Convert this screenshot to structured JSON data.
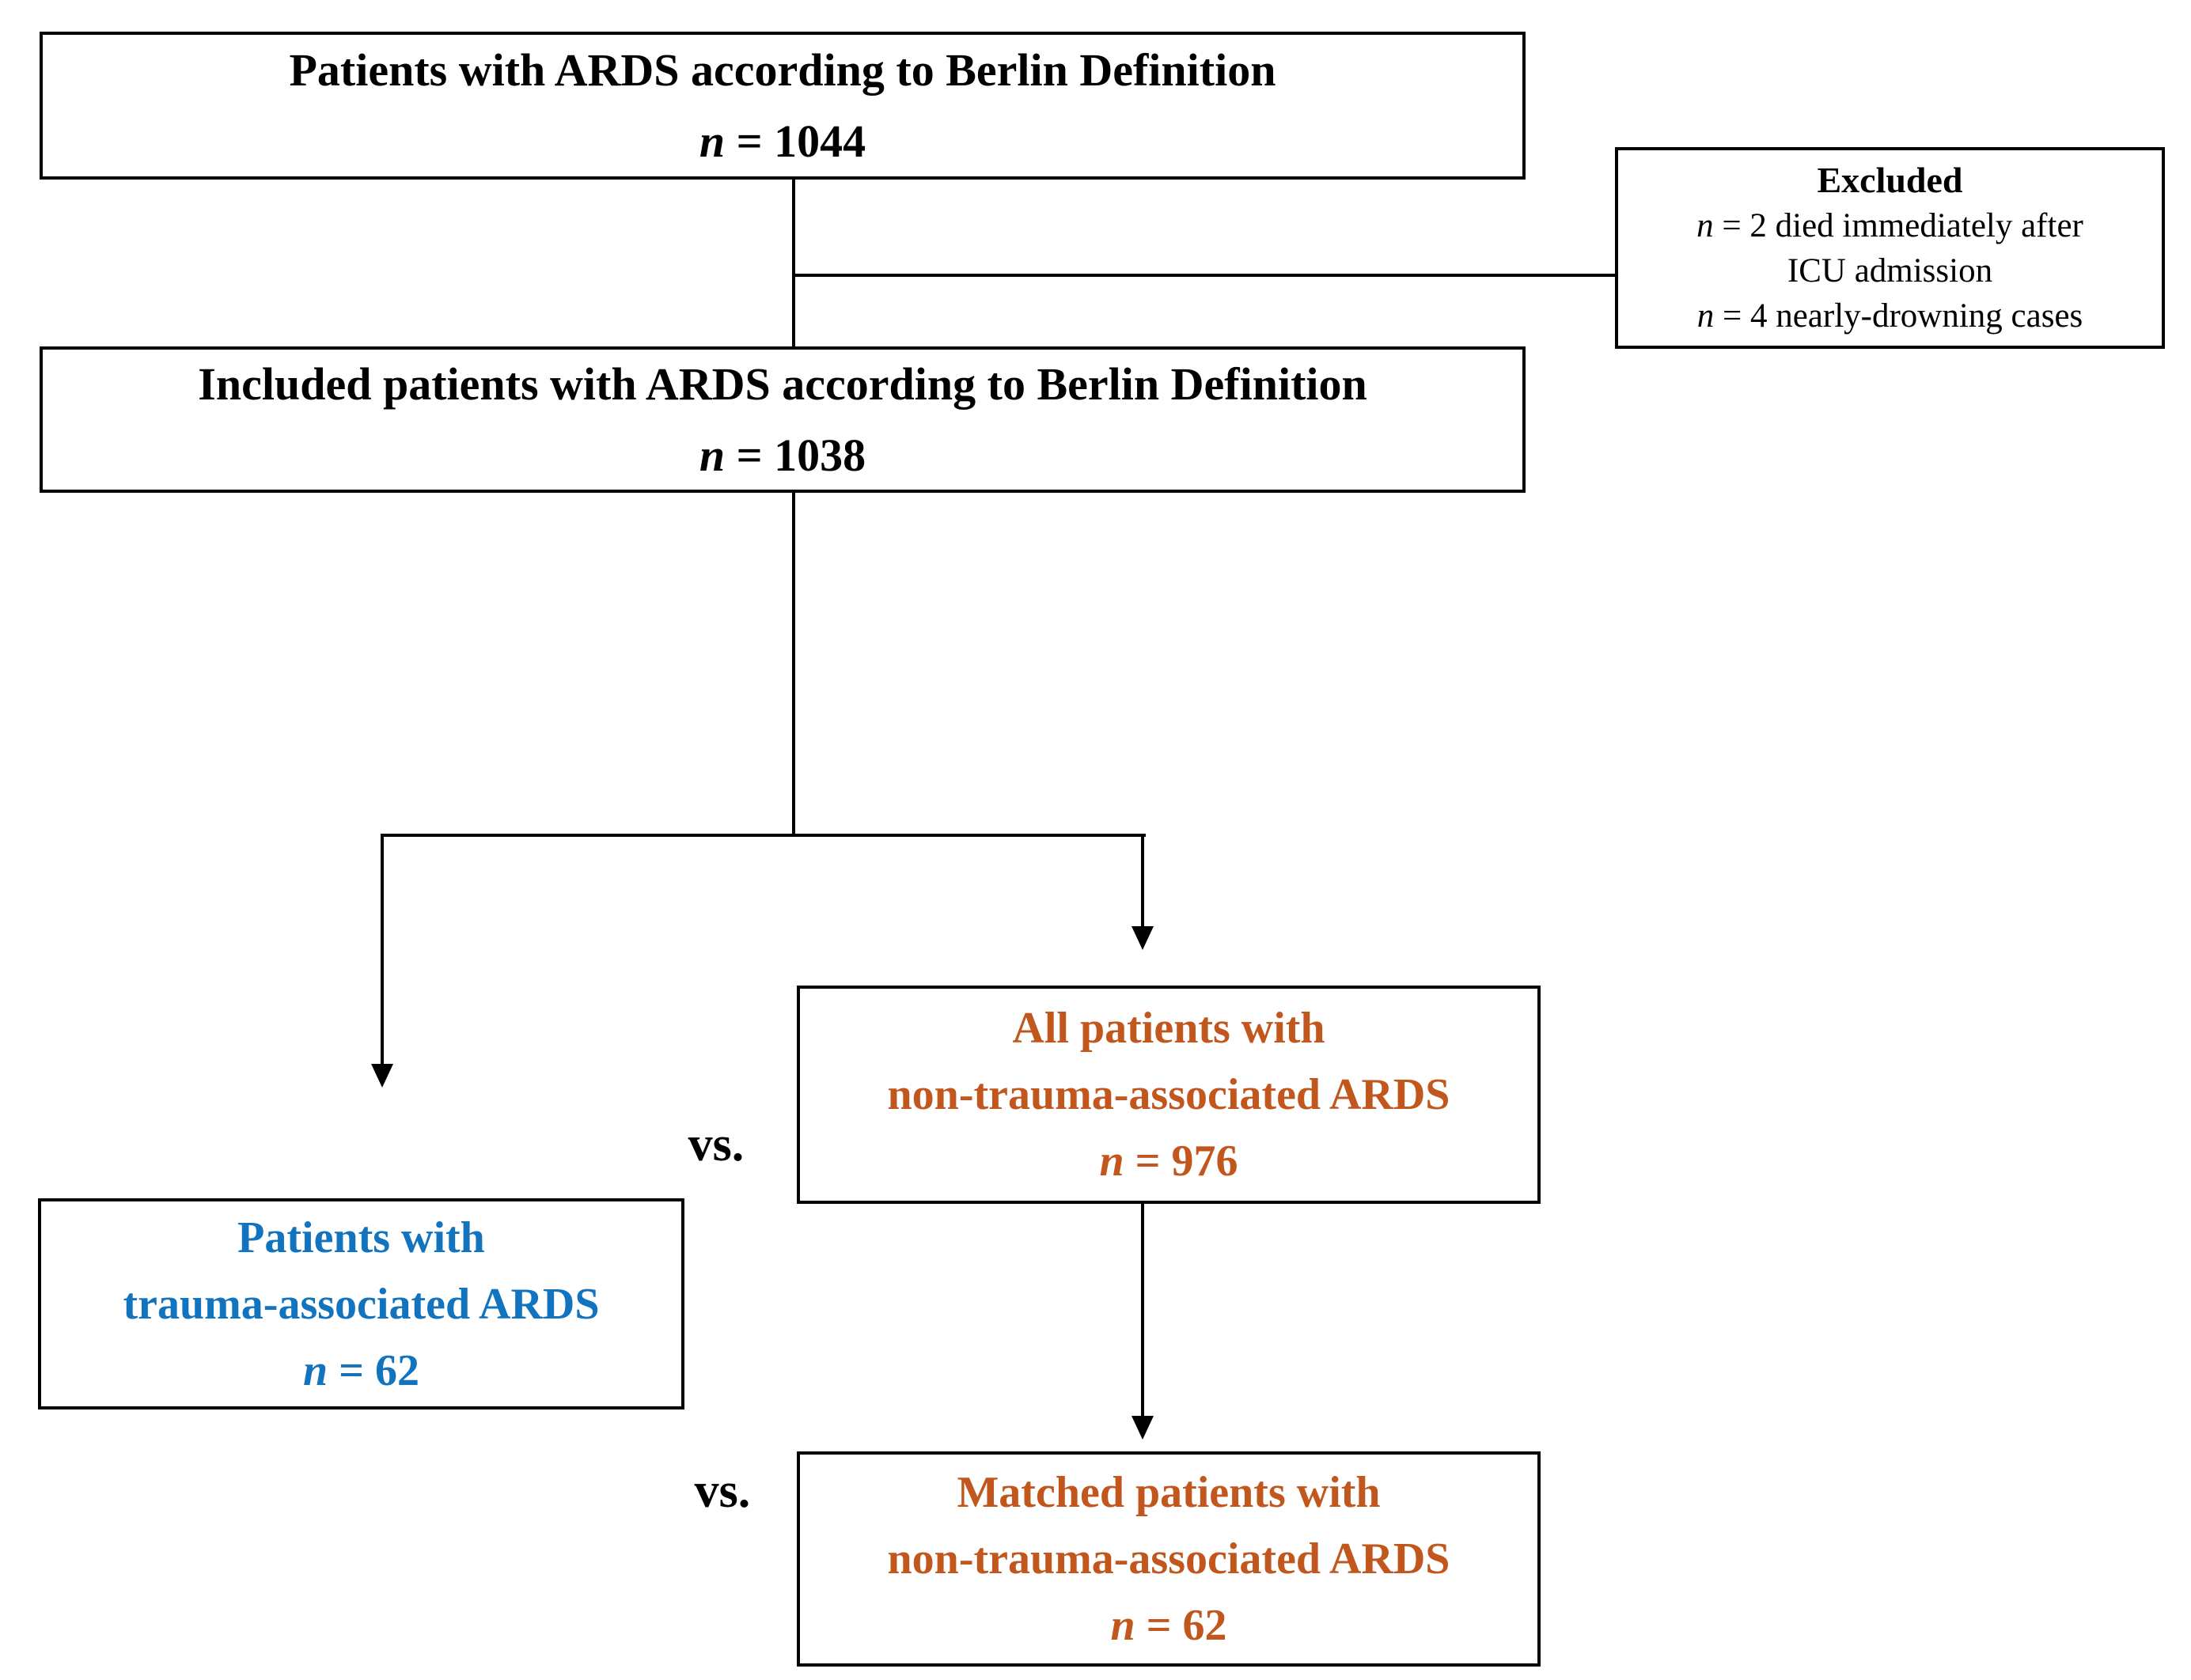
{
  "figure": {
    "colors": {
      "line": "#000000",
      "text_black": "#000000",
      "trauma_blue": "#1273BE",
      "non_trauma_orange": "#C2571E"
    },
    "boxes": {
      "enrolled": {
        "title": "Patients with ARDS according to Berlin Definition",
        "n": "n",
        "count": "= 1044"
      },
      "excluded": {
        "title": "Excluded",
        "items": [
          {
            "n": "n",
            "text": "= 2 died immediately after",
            "continuation": "ICU admission"
          },
          {
            "n": "n",
            "text": "= 4 nearly-drowning cases",
            "continuation": ""
          }
        ]
      },
      "included": {
        "title": "Included patients with ARDS according to Berlin Definition",
        "n": "n",
        "count": "= 1038"
      },
      "all_non_trauma": {
        "line1": "All patients with",
        "line2": "non-trauma-associated ARDS",
        "n": "n",
        "count": "= 976"
      },
      "trauma": {
        "line1": "Patients with",
        "line2": "trauma-associated ARDS",
        "n": "n",
        "count": "= 62"
      },
      "matched_non_trauma": {
        "line1": "Matched patients with",
        "line2": "non-trauma-associated ARDS",
        "n": "n",
        "count": "= 62"
      }
    },
    "labels": {
      "vs_top": "vs.",
      "vs_bottom": "vs."
    }
  }
}
